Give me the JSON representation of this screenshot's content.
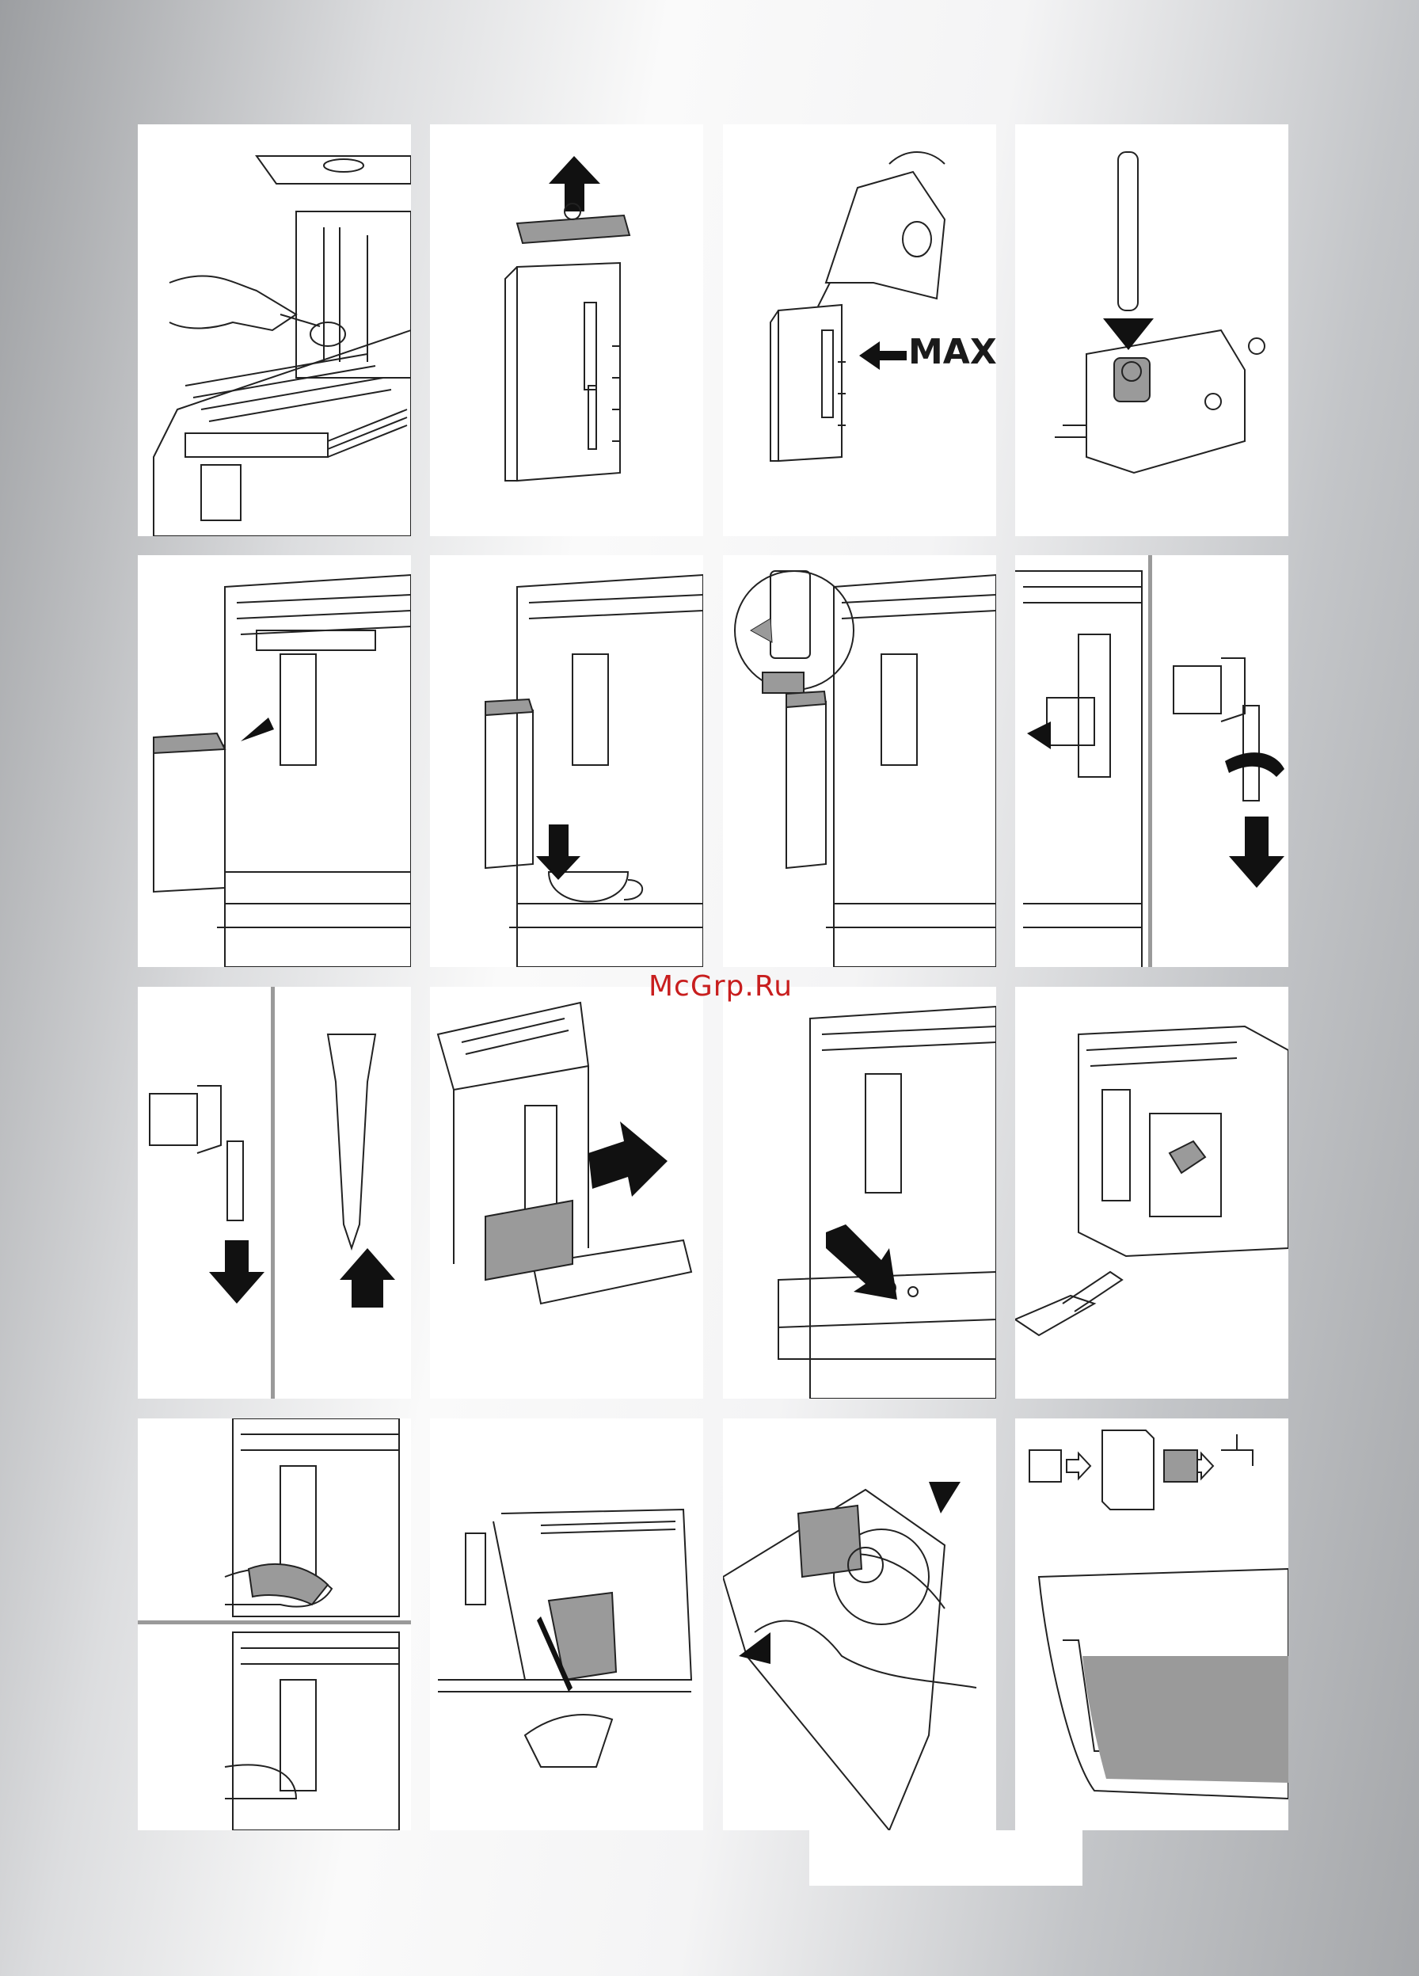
{
  "watermark": {
    "text": "McGrp.Ru",
    "color": "#c81e1e"
  },
  "labels": {
    "max": "MAX"
  },
  "colors": {
    "line": "#222222",
    "grey_fill": "#9a9a9a",
    "panel": "#ffffff",
    "accent_arrow": "#111111"
  },
  "steps": [
    {
      "id": 1,
      "icon": "pour-powder-into-machine-icon"
    },
    {
      "id": 2,
      "icon": "remove-milk-container-lid-icon"
    },
    {
      "id": 3,
      "icon": "pour-milk-to-max-icon"
    },
    {
      "id": 4,
      "icon": "insert-tube-into-lid-icon"
    },
    {
      "id": 5,
      "icon": "attach-milk-container-icon"
    },
    {
      "id": 6,
      "icon": "dispense-into-cup-icon"
    },
    {
      "id": 7,
      "icon": "press-release-button-icon"
    },
    {
      "id": 8,
      "icon": "remove-nozzle-icon"
    },
    {
      "id": 9,
      "icon": "remove-frother-tube-icon"
    },
    {
      "id": 10,
      "icon": "slide-out-drip-tray-icon"
    },
    {
      "id": 11,
      "icon": "press-tray-button-icon"
    },
    {
      "id": 12,
      "icon": "clean-with-brush-icon"
    },
    {
      "id": 13,
      "icon": "wipe-nozzle-icon"
    },
    {
      "id": 14,
      "icon": "remove-brew-unit-icon"
    },
    {
      "id": 15,
      "icon": "press-brew-unit-levers-icon"
    },
    {
      "id": 16,
      "icon": "descale-water-tank-icon"
    }
  ]
}
